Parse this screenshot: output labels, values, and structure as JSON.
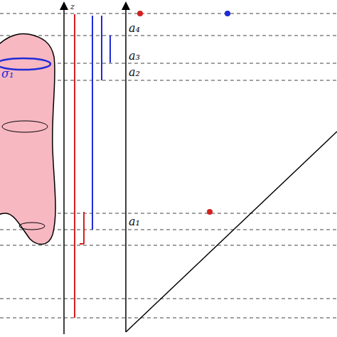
{
  "diagram": {
    "labels": [
      "σ₁",
      "z",
      "a₄",
      "a₃",
      "a₂",
      "a₁"
    ]
  }
}
